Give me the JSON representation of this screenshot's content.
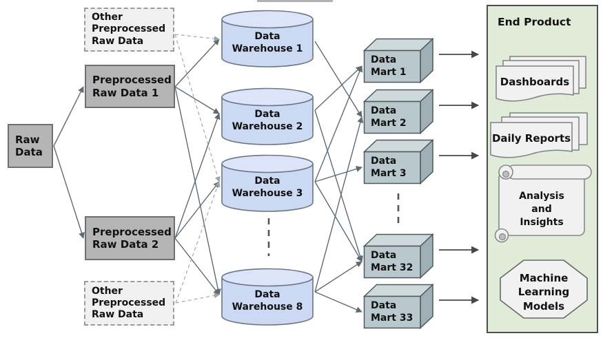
{
  "diagram": {
    "nodes": {
      "raw_data": {
        "label": "Raw\nData"
      },
      "other_preprocessed_top": {
        "label": "Other\nPreprocessed\nRaw Data"
      },
      "preprocessed_1": {
        "label": "Preprocessed\nRaw Data 1"
      },
      "preprocessed_2": {
        "label": "Preprocessed\nRaw Data 2"
      },
      "other_preprocessed_bottom": {
        "label": "Other\nPreprocessed\nRaw Data"
      }
    },
    "warehouses": [
      {
        "id": "dw1",
        "label": "Data\nWarehouse 1"
      },
      {
        "id": "dw2",
        "label": "Data\nWarehouse 2"
      },
      {
        "id": "dw3",
        "label": "Data\nWarehouse 3"
      },
      {
        "id": "dw8",
        "label": "Data\nWarehouse 8"
      }
    ],
    "marts": [
      {
        "id": "m1",
        "label": "Data\nMart 1"
      },
      {
        "id": "m2",
        "label": "Data\nMart 2"
      },
      {
        "id": "m3",
        "label": "Data\nMart 3"
      },
      {
        "id": "m32",
        "label": "Data\nMart 32"
      },
      {
        "id": "m33",
        "label": "Data\nMart 33"
      }
    ],
    "end_product": {
      "title": "End Product",
      "items": [
        {
          "type": "document_stack",
          "label": "Dashboards"
        },
        {
          "type": "document_stack",
          "label": "Daily Reports"
        },
        {
          "type": "scroll",
          "label": "Analysis\nand\nInsights"
        },
        {
          "type": "octagon",
          "label": "Machine\nLearning\nModels"
        }
      ]
    },
    "edges": {
      "solid": [
        {
          "from": "raw_data",
          "to": "preprocessed_1"
        },
        {
          "from": "raw_data",
          "to": "preprocessed_2"
        },
        {
          "from": "preprocessed_1",
          "to": "dw1"
        },
        {
          "from": "preprocessed_1",
          "to": "dw2"
        },
        {
          "from": "preprocessed_1",
          "to": "dw8"
        },
        {
          "from": "preprocessed_2",
          "to": "dw2"
        },
        {
          "from": "preprocessed_2",
          "to": "dw3"
        },
        {
          "from": "preprocessed_2",
          "to": "dw8"
        },
        {
          "from": "dw1",
          "to": "m2"
        },
        {
          "from": "dw2",
          "to": "m1"
        },
        {
          "from": "dw2",
          "to": "m32"
        },
        {
          "from": "dw3",
          "to": "m1"
        },
        {
          "from": "dw3",
          "to": "m3"
        },
        {
          "from": "dw3",
          "to": "m32"
        },
        {
          "from": "dw8",
          "to": "m2"
        },
        {
          "from": "dw8",
          "to": "m32"
        },
        {
          "from": "dw8",
          "to": "m33"
        }
      ],
      "dashed": [
        {
          "from": "other_preprocessed_top",
          "to": "dw1"
        },
        {
          "from": "other_preprocessed_top",
          "to": "dw3"
        },
        {
          "from": "other_preprocessed_bottom",
          "to": "dw3"
        },
        {
          "from": "other_preprocessed_bottom",
          "to": "dw8"
        }
      ],
      "output": [
        {
          "from": "m1"
        },
        {
          "from": "m2"
        },
        {
          "from": "m3"
        },
        {
          "from": "m32"
        },
        {
          "from": "m33"
        }
      ]
    },
    "colors": {
      "box_gray": "#b5b5b5",
      "dashed_box_bg": "#f0f0f0",
      "cylinder_body": "#ccd9f2",
      "cylinder_top": "#dbe4f8",
      "cube_front": "#b9c8cd",
      "cube_top": "#cdd9db",
      "cube_side": "#9eb0b5",
      "panel_bg": "#e0ebd8",
      "shape_bg": "#f1f1f1",
      "line_solid": "#5f6a73",
      "line_dashed": "#a6adb5"
    }
  }
}
